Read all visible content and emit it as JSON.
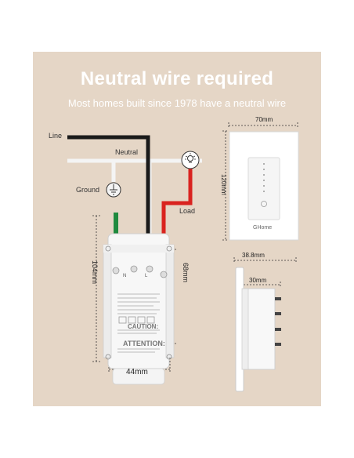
{
  "title": "Neutral wire required",
  "subtitle": "Most homes built since 1978 have a neutral wire",
  "wiring": {
    "line_label": "Line",
    "neutral_label": "Neutral",
    "ground_label": "Ground",
    "load_label": "Load"
  },
  "dimensions": {
    "height_104": "104mm",
    "height_68": "68mm",
    "width_44": "44mm",
    "front_width": "70mm",
    "front_height": "120mm",
    "side_depth_total": "38.8mm",
    "side_depth_body": "30mm"
  },
  "device": {
    "brand": "GHome",
    "terminal_n": "N",
    "terminal_l": "L",
    "caution": "CAUTION:",
    "attention": "ATTENTION:"
  },
  "colors": {
    "background": "#e5d6c6",
    "line_wire": "#1a1a1a",
    "load_wire": "#d9231f",
    "ground_wire": "#1f8a3e",
    "neutral_wire": "#f4f4f4"
  }
}
